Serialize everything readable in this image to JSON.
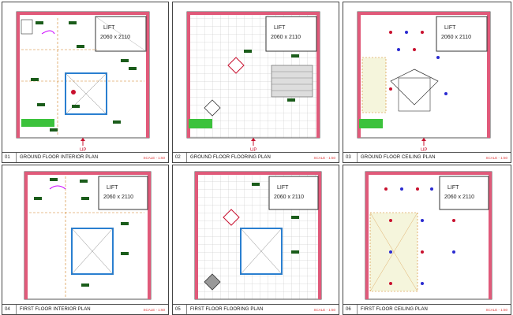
{
  "panels": [
    {
      "num": "01",
      "title": "GROUND FLOOR INTERIOR PLAN",
      "scale": "SCALE - 1:50",
      "lift": "LIFT",
      "lift_size": "2060 x 2110"
    },
    {
      "num": "02",
      "title": "GROUND FLOOR FLOORING PLAN",
      "scale": "SCALE - 1:50",
      "lift": "LIFT",
      "lift_size": "2060 x 2110"
    },
    {
      "num": "03",
      "title": "GROUND FLOOR CEILING PLAN",
      "scale": "SCALE - 1:50",
      "lift": "LIFT",
      "lift_size": "2060 x 2110"
    },
    {
      "num": "04",
      "title": "FIRST FLOOR INTERIOR PLAN",
      "scale": "SCALE - 1:50",
      "lift": "LIFT",
      "lift_size": "2060 x 2110"
    },
    {
      "num": "05",
      "title": "FIRST FLOOR FLOORING PLAN",
      "scale": "SCALE - 1:50",
      "lift": "LIFT",
      "lift_size": "2060 x 2110"
    },
    {
      "num": "06",
      "title": "FIRST FLOOR CEILING PLAN",
      "scale": "SCALE - 1:50",
      "lift": "LIFT",
      "lift_size": "2060 x 2110"
    }
  ],
  "up_label": "UP",
  "colors": {
    "wall": "#e05a7a",
    "dim": "#d08020",
    "tag": "#1a5c1a",
    "glass": "#2a7fd0",
    "grass": "#3cc23c"
  }
}
